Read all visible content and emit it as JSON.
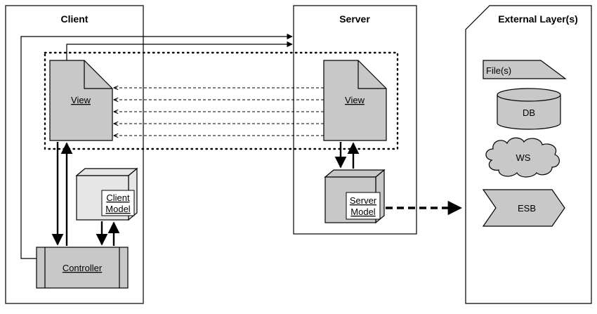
{
  "client": {
    "title": "Client",
    "view_label": "View",
    "model_label_line1": "Client",
    "model_label_line2": "Model",
    "controller_label": "Controller"
  },
  "server": {
    "title": "Server",
    "view_label": "View",
    "model_label_line1": "Server",
    "model_label_line2": "Model"
  },
  "external": {
    "title": "External Layer(s)",
    "items": [
      {
        "label": "File(s)",
        "icon": "file-icon"
      },
      {
        "label": "DB",
        "icon": "database-icon"
      },
      {
        "label": "WS",
        "icon": "cloud-icon"
      },
      {
        "label": "ESB",
        "icon": "chevron-arrow-icon"
      }
    ]
  },
  "colors": {
    "component_fill": "#c8c8c8",
    "client_model_fill": "#e6e6e6",
    "stroke": "#000000"
  }
}
